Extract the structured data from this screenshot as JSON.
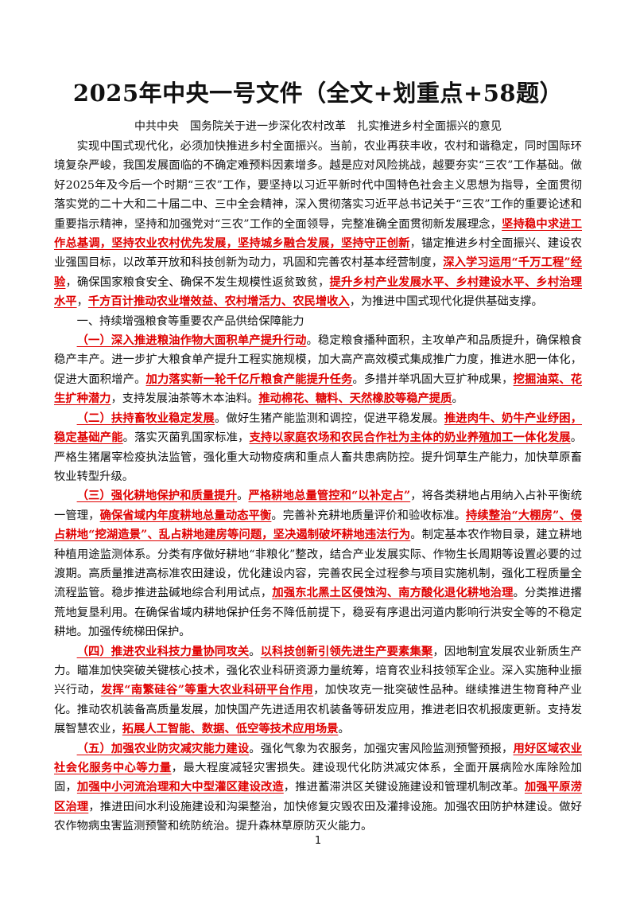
{
  "doc": {
    "title": "2025年中央一号文件（全文+划重点+58题）",
    "subtitle": "中共中央　国务院关于进一步深化农村改革　扎实推进乡村全面振兴的意见",
    "page_number": "1",
    "highlight_color": "#e00000"
  },
  "paragraphs": [
    [
      {
        "t": "实现中国式现代化，必须加快推进乡村全面振兴。当前，农业再获丰收，农村和谐稳定，同时国际环境复杂严峻，我国发展面临的不确定难预料因素增多。越是应对风险挑战，越要夯实“三农”工作基础。做好2025年及今后一个时期“三农”工作，要坚持以习近平新时代中国特色社会主义思想为指导，全面贯彻落实党的二十大和二十届二中、三中全会精神，深入贯彻落实习近平总书记关于“三农”工作的重要论述和重要指示精神，坚持和加强党对“三农”工作的全面领导，完整准确全面贯彻新发展理念，"
      },
      {
        "t": "坚持稳中求进工作总基调，坚持农业农村优先发展，坚持城乡融合发展，坚持守正创新",
        "h": true
      },
      {
        "t": "，锚定推进乡村全面振兴、建设农业强国目标，以改革开放和科技创新为动力，巩固和完善农村基本经营制度，"
      },
      {
        "t": "深入学习运用“千万工程”经验",
        "h": true
      },
      {
        "t": "，确保国家粮食安全、确保不发生规模性返贫致贫，"
      },
      {
        "t": "提升乡村产业发展水平、乡村建设水平、乡村治理水平",
        "h": true
      },
      {
        "t": "，"
      },
      {
        "t": "千方百计推动农业增效益、农村增活力、农民增收入",
        "h": true
      },
      {
        "t": "，为推进中国式现代化提供基础支撑。"
      }
    ],
    [
      {
        "t": "一、持续增强粮食等重要农产品供给保障能力"
      }
    ],
    [
      {
        "t": "（一）深入推进粮油作物大面积单产提升行动",
        "h": true
      },
      {
        "t": "。稳定粮食播种面积，主攻单产和品质提升，确保粮食稳产丰产。进一步扩大粮食单产提升工程实施规模，加大高产高效模式集成推广力度，推进水肥一体化，促进大面积增产。"
      },
      {
        "t": "加力落实新一轮千亿斤粮食产能提升任务",
        "h": true
      },
      {
        "t": "。多措并举巩固大豆扩种成果，"
      },
      {
        "t": "挖掘油菜、花生扩种潜力",
        "h": true
      },
      {
        "t": "，支持发展油茶等木本油料。"
      },
      {
        "t": "推动棉花、糖料、天然橡胶等稳产提质",
        "h": true
      },
      {
        "t": "。"
      }
    ],
    [
      {
        "t": "（二）扶持畜牧业稳定发展",
        "h": true
      },
      {
        "t": "。做好生猪产能监测和调控，促进平稳发展。"
      },
      {
        "t": "推进肉牛、奶牛产业纾困，稳定基础产能",
        "h": true
      },
      {
        "t": "。落实灭菌乳国家标准，"
      },
      {
        "t": "支持以家庭农场和农民合作社为主体的奶业养殖加工一体化发展",
        "h": true
      },
      {
        "t": "。严格生猪屠宰检疫执法监管，强化重大动物疫病和重点人畜共患病防控。提升饲草生产能力，加快草原畜牧业转型升级。"
      }
    ],
    [
      {
        "t": "（三）强化耕地保护和质量提升",
        "h": true
      },
      {
        "t": "。"
      },
      {
        "t": "严格耕地总量管控和“以补定占”",
        "h": true
      },
      {
        "t": "，将各类耕地占用纳入占补平衡统一管理，"
      },
      {
        "t": "确保省域内年度耕地总量动态平衡",
        "h": true
      },
      {
        "t": "。完善补充耕地质量评价和验收标准。"
      },
      {
        "t": "持续整治“大棚房”、侵占耕地“挖湖造景”、乱占耕地建房等问题，坚决遏制破坏耕地违法行为",
        "h": true
      },
      {
        "t": "。制定基本农作物目录，建立耕地种植用途监测体系。分类有序做好耕地“非粮化”整改，结合产业发展实际、作物生长周期等设置必要的过渡期。高质量推进高标准农田建设，优化建设内容，完善农民全过程参与项目实施机制，强化工程质量全流程监管。稳步推进盐碱地综合利用试点，"
      },
      {
        "t": "加强东北黑土区侵蚀沟、南方酸化退化耕地治理",
        "h": true
      },
      {
        "t": "。分类推进撂荒地复垦利用。在确保省域内耕地保护任务不降低前提下，稳妥有序退出河道内影响行洪安全等的不稳定耕地。加强传统梯田保护。"
      }
    ],
    [
      {
        "t": "（四）推进农业科技力量协同攻关",
        "h": true
      },
      {
        "t": "。"
      },
      {
        "t": "以科技创新引领先进生产要素集聚",
        "h": true
      },
      {
        "t": "，因地制宜发展农业新质生产力。瞄准加快突破关键核心技术，强化农业科研资源力量统筹，培育农业科技领军企业。深入实施种业振兴行动，"
      },
      {
        "t": "发挥“南繁硅谷”等重大农业科研平台作用",
        "h": true
      },
      {
        "t": "，加快攻克一批突破性品种。继续推进生物育种产业化。推动农机装备高质量发展，加快国产先进适用农机装备等研发应用，推进老旧农机报废更新。支持发展智慧农业，"
      },
      {
        "t": "拓展人工智能、数据、低空等技术应用场景",
        "h": true
      },
      {
        "t": "。"
      }
    ],
    [
      {
        "t": "（五）加强农业防灾减灾能力建设",
        "h": true
      },
      {
        "t": "。强化气象为农服务，加强灾害风险监测预警预报，"
      },
      {
        "t": "用好区域农业社会化服务中心等力量",
        "h": true
      },
      {
        "t": "，最大程度减轻灾害损失。建设现代化防洪减灾体系，全面开展病险水库除险加固，"
      },
      {
        "t": "加强中小河流治理和大中型灌区建设改造",
        "h": true
      },
      {
        "t": "，推进蓄滞洪区关键设施建设和管理机制改革。"
      },
      {
        "t": "加强平原涝区治理",
        "h": true
      },
      {
        "t": "，推进田间水利设施建设和沟渠整治，加快修复灾毁农田及灌排设施。加强农田防护林建设。做好农作物病虫害监测预警和统防统治。提升森林草原防灭火能力。"
      }
    ]
  ]
}
